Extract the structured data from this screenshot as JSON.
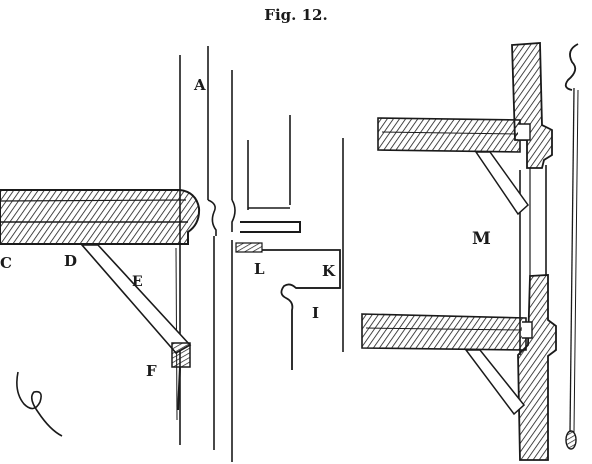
{
  "figure": {
    "title": "Fig. 12.",
    "labels": {
      "A": "A",
      "C": "C",
      "D": "D",
      "E": "E",
      "F": "F",
      "I": "I",
      "K": "K",
      "L": "L",
      "M": "M"
    }
  },
  "colors": {
    "ink": "#1a1a1a",
    "paper": "#ffffff"
  }
}
